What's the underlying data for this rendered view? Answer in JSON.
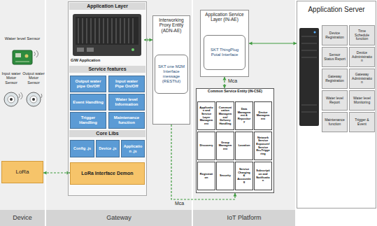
{
  "diagram": {
    "nodes": [
      {
        "text": [
          "LoRa"
        ]
      },
      {
        "text": [
          "Application Layer",
          "Service features",
          "Core Libs"
        ]
      },
      {
        "text": [
          "G/W Application"
        ],
        "in": 1
      },
      {
        "text": [
          "Output water pipe On/Off"
        ],
        "in": 1
      },
      {
        "text": [
          "Input water Pipe On/Off"
        ],
        "in": 1
      },
      {
        "text": [
          "Event Handling"
        ],
        "in": 1
      },
      {
        "text": [
          "Water level Information"
        ],
        "in": 1
      },
      {
        "text": [
          "Trigger Handling"
        ],
        "in": 1
      },
      {
        "text": [
          "Maintenance function"
        ],
        "in": 1
      },
      {
        "text": [
          "Config .js"
        ],
        "in": 1
      },
      {
        "text": [
          "Device .js"
        ],
        "in": 1
      },
      {
        "text": [
          "Application .js"
        ],
        "in": 1
      },
      {
        "text": [
          "LoRa Interface Demon"
        ],
        "in": 1
      },
      {
        "text": [
          "Interworking Proxy Entity (ADN-AE)"
        ]
      },
      {
        "text": [
          "SKT one M2M Interface message (RESTful)"
        ],
        "in": 13
      },
      {
        "text": [
          "Application Service Layer (IN-AE)"
        ]
      },
      {
        "text": [
          "SKT ThingPlug Potal Interface"
        ],
        "in": 15
      },
      {
        "text": [
          "Common Service Entity (IN-CSE)"
        ]
      },
      {
        "text": [
          "Application and Service Layer Management"
        ],
        "in": 17
      },
      {
        "text": [
          "Communication Management/ Delivery Handling"
        ],
        "in": 17
      },
      {
        "text": [
          "Data Management & Repository"
        ],
        "in": 17
      },
      {
        "text": [
          "Device Management"
        ],
        "in": 17
      },
      {
        "text": [
          "Discovery"
        ],
        "in": 17
      },
      {
        "text": [
          "Group Management"
        ],
        "in": 17
      },
      {
        "text": [
          "Location"
        ],
        "in": 17
      },
      {
        "text": [
          "Network Service Exposure/Service Ex+Triggering"
        ],
        "in": 17
      },
      {
        "text": [
          "Registration"
        ],
        "in": 17
      },
      {
        "text": [
          "Security"
        ],
        "in": 17
      },
      {
        "text": [
          "Service Charging & Accounting"
        ],
        "in": 17
      },
      {
        "text": [
          "Subscription and Notification"
        ],
        "in": 17
      },
      {
        "text": [
          "Application Server"
        ]
      },
      {
        "text": [
          "Device Registration"
        ],
        "in": 30
      },
      {
        "text": [
          "Time Schedule function"
        ],
        "in": 30
      },
      {
        "text": [
          "Sensor Status Report"
        ],
        "in": 30
      },
      {
        "text": [
          "Device Administration"
        ],
        "in": 30
      },
      {
        "text": [
          "Gateway Registration"
        ],
        "in": 30
      },
      {
        "text": [
          "Gateway Administration"
        ],
        "in": 30
      },
      {
        "text": [
          "Water level Report"
        ],
        "in": 30
      },
      {
        "text": [
          "Water level Monitoring"
        ],
        "in": 30
      },
      {
        "text": [
          "Maintenance function"
        ],
        "in": 30
      },
      {
        "text": [
          "Trigger & Event"
        ],
        "in": 30
      },
      {
        "text": [
          "Device"
        ]
      },
      {
        "text": [
          "Gateway"
        ]
      },
      {
        "text": [
          "IoT Platform"
        ]
      }
    ],
    "edges": [
      {
        "from": 0,
        "to": 12,
        "arrow": "both"
      },
      {
        "from": 2,
        "to": 13,
        "arrow": "both"
      },
      {
        "from": 13,
        "to": 17,
        "arrow": "to",
        "label": "Mca"
      },
      {
        "from": 15,
        "to": 17,
        "arrow": "both",
        "label": "Mca"
      },
      {
        "from": 15,
        "to": 30,
        "arrow": "both"
      }
    ],
    "labels": [
      "Water level Sensor",
      "Input water Motor Sensor",
      "Output water Motor Sensor"
    ]
  }
}
